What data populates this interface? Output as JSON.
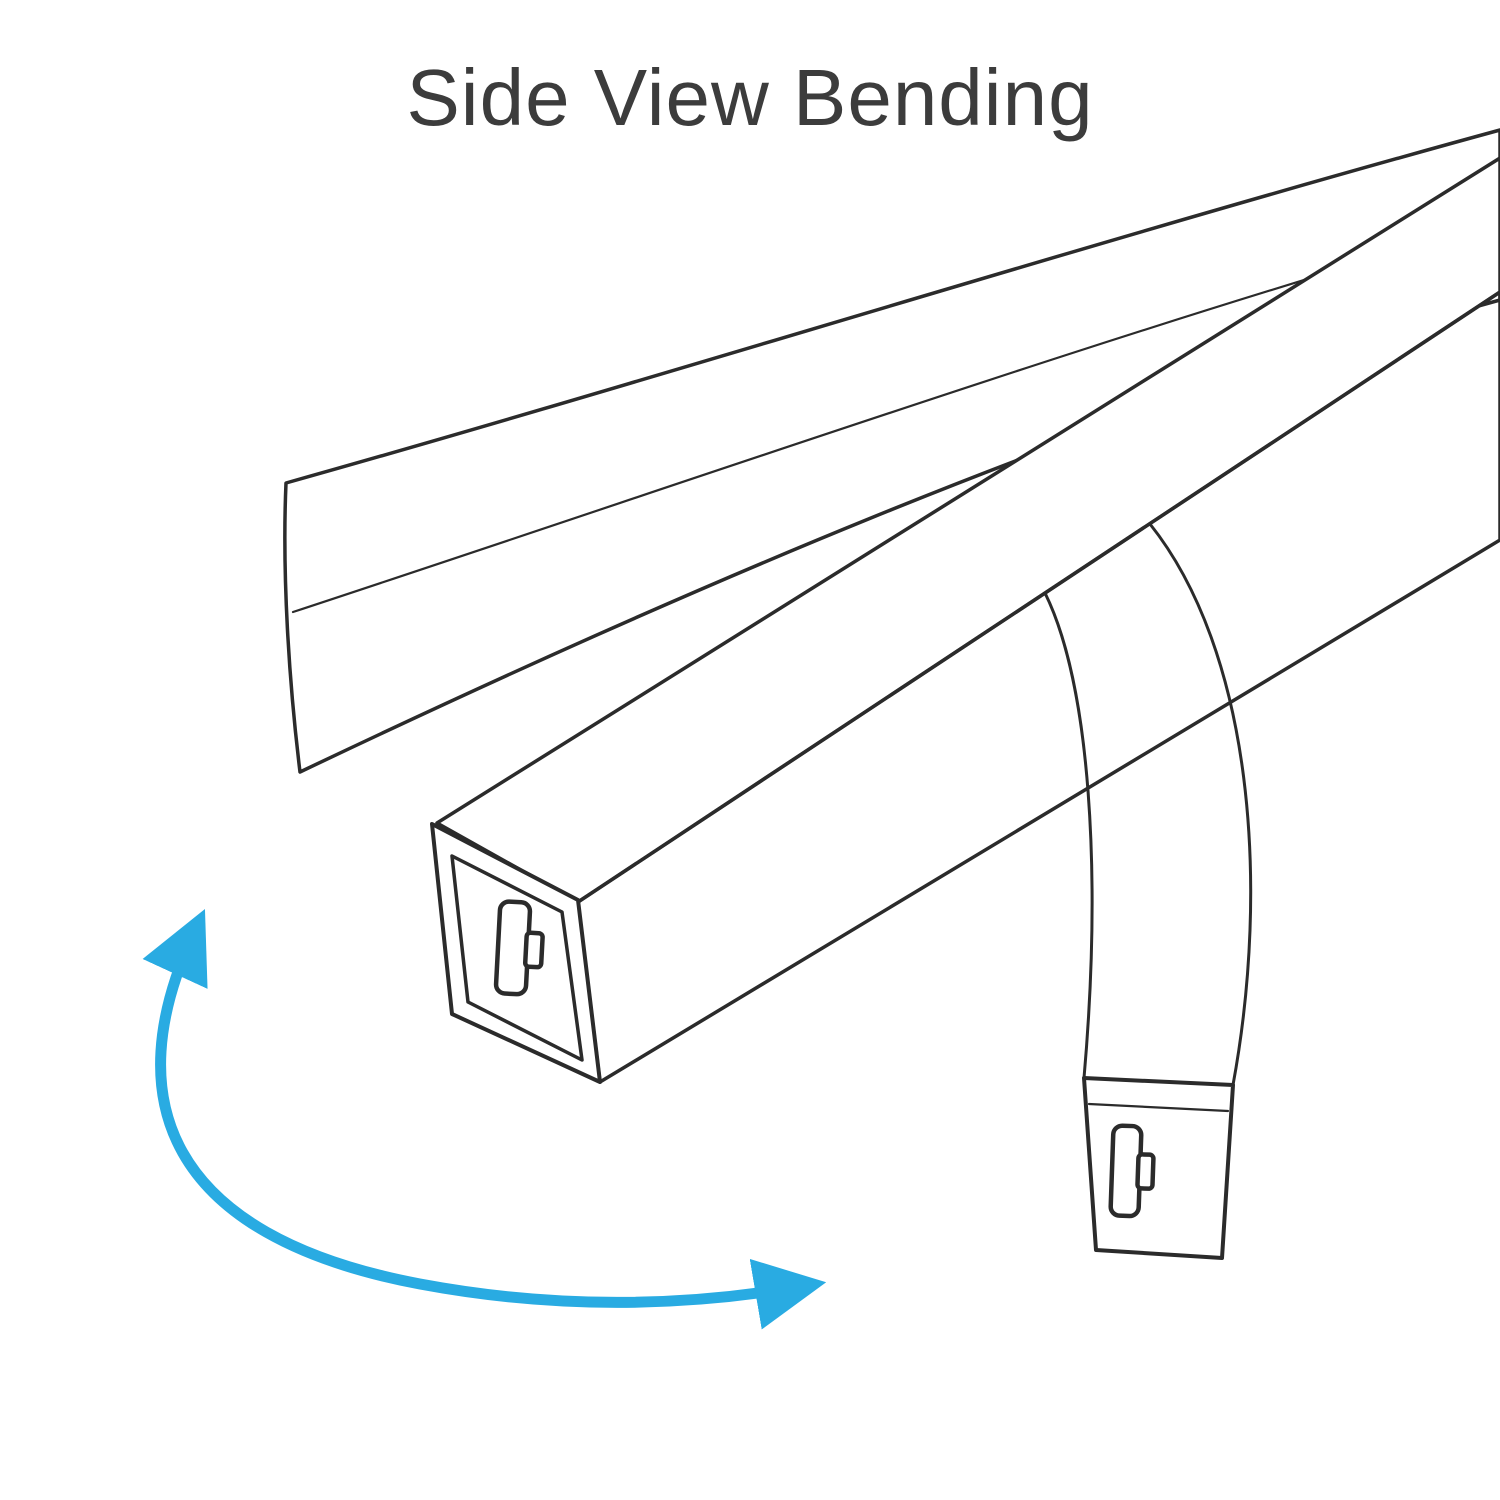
{
  "title": "Side View Bending",
  "colors": {
    "background": "#FFFFFF",
    "outline": "#2B2B2B",
    "strip_yellow": "#F3E32D",
    "arrow_blue": "#29ABE2",
    "title_text": "#3C3C3C"
  },
  "icons": {
    "bend_arrow": "curved-double-headed-arrow",
    "end_connector": "led-strip-end-connector"
  }
}
